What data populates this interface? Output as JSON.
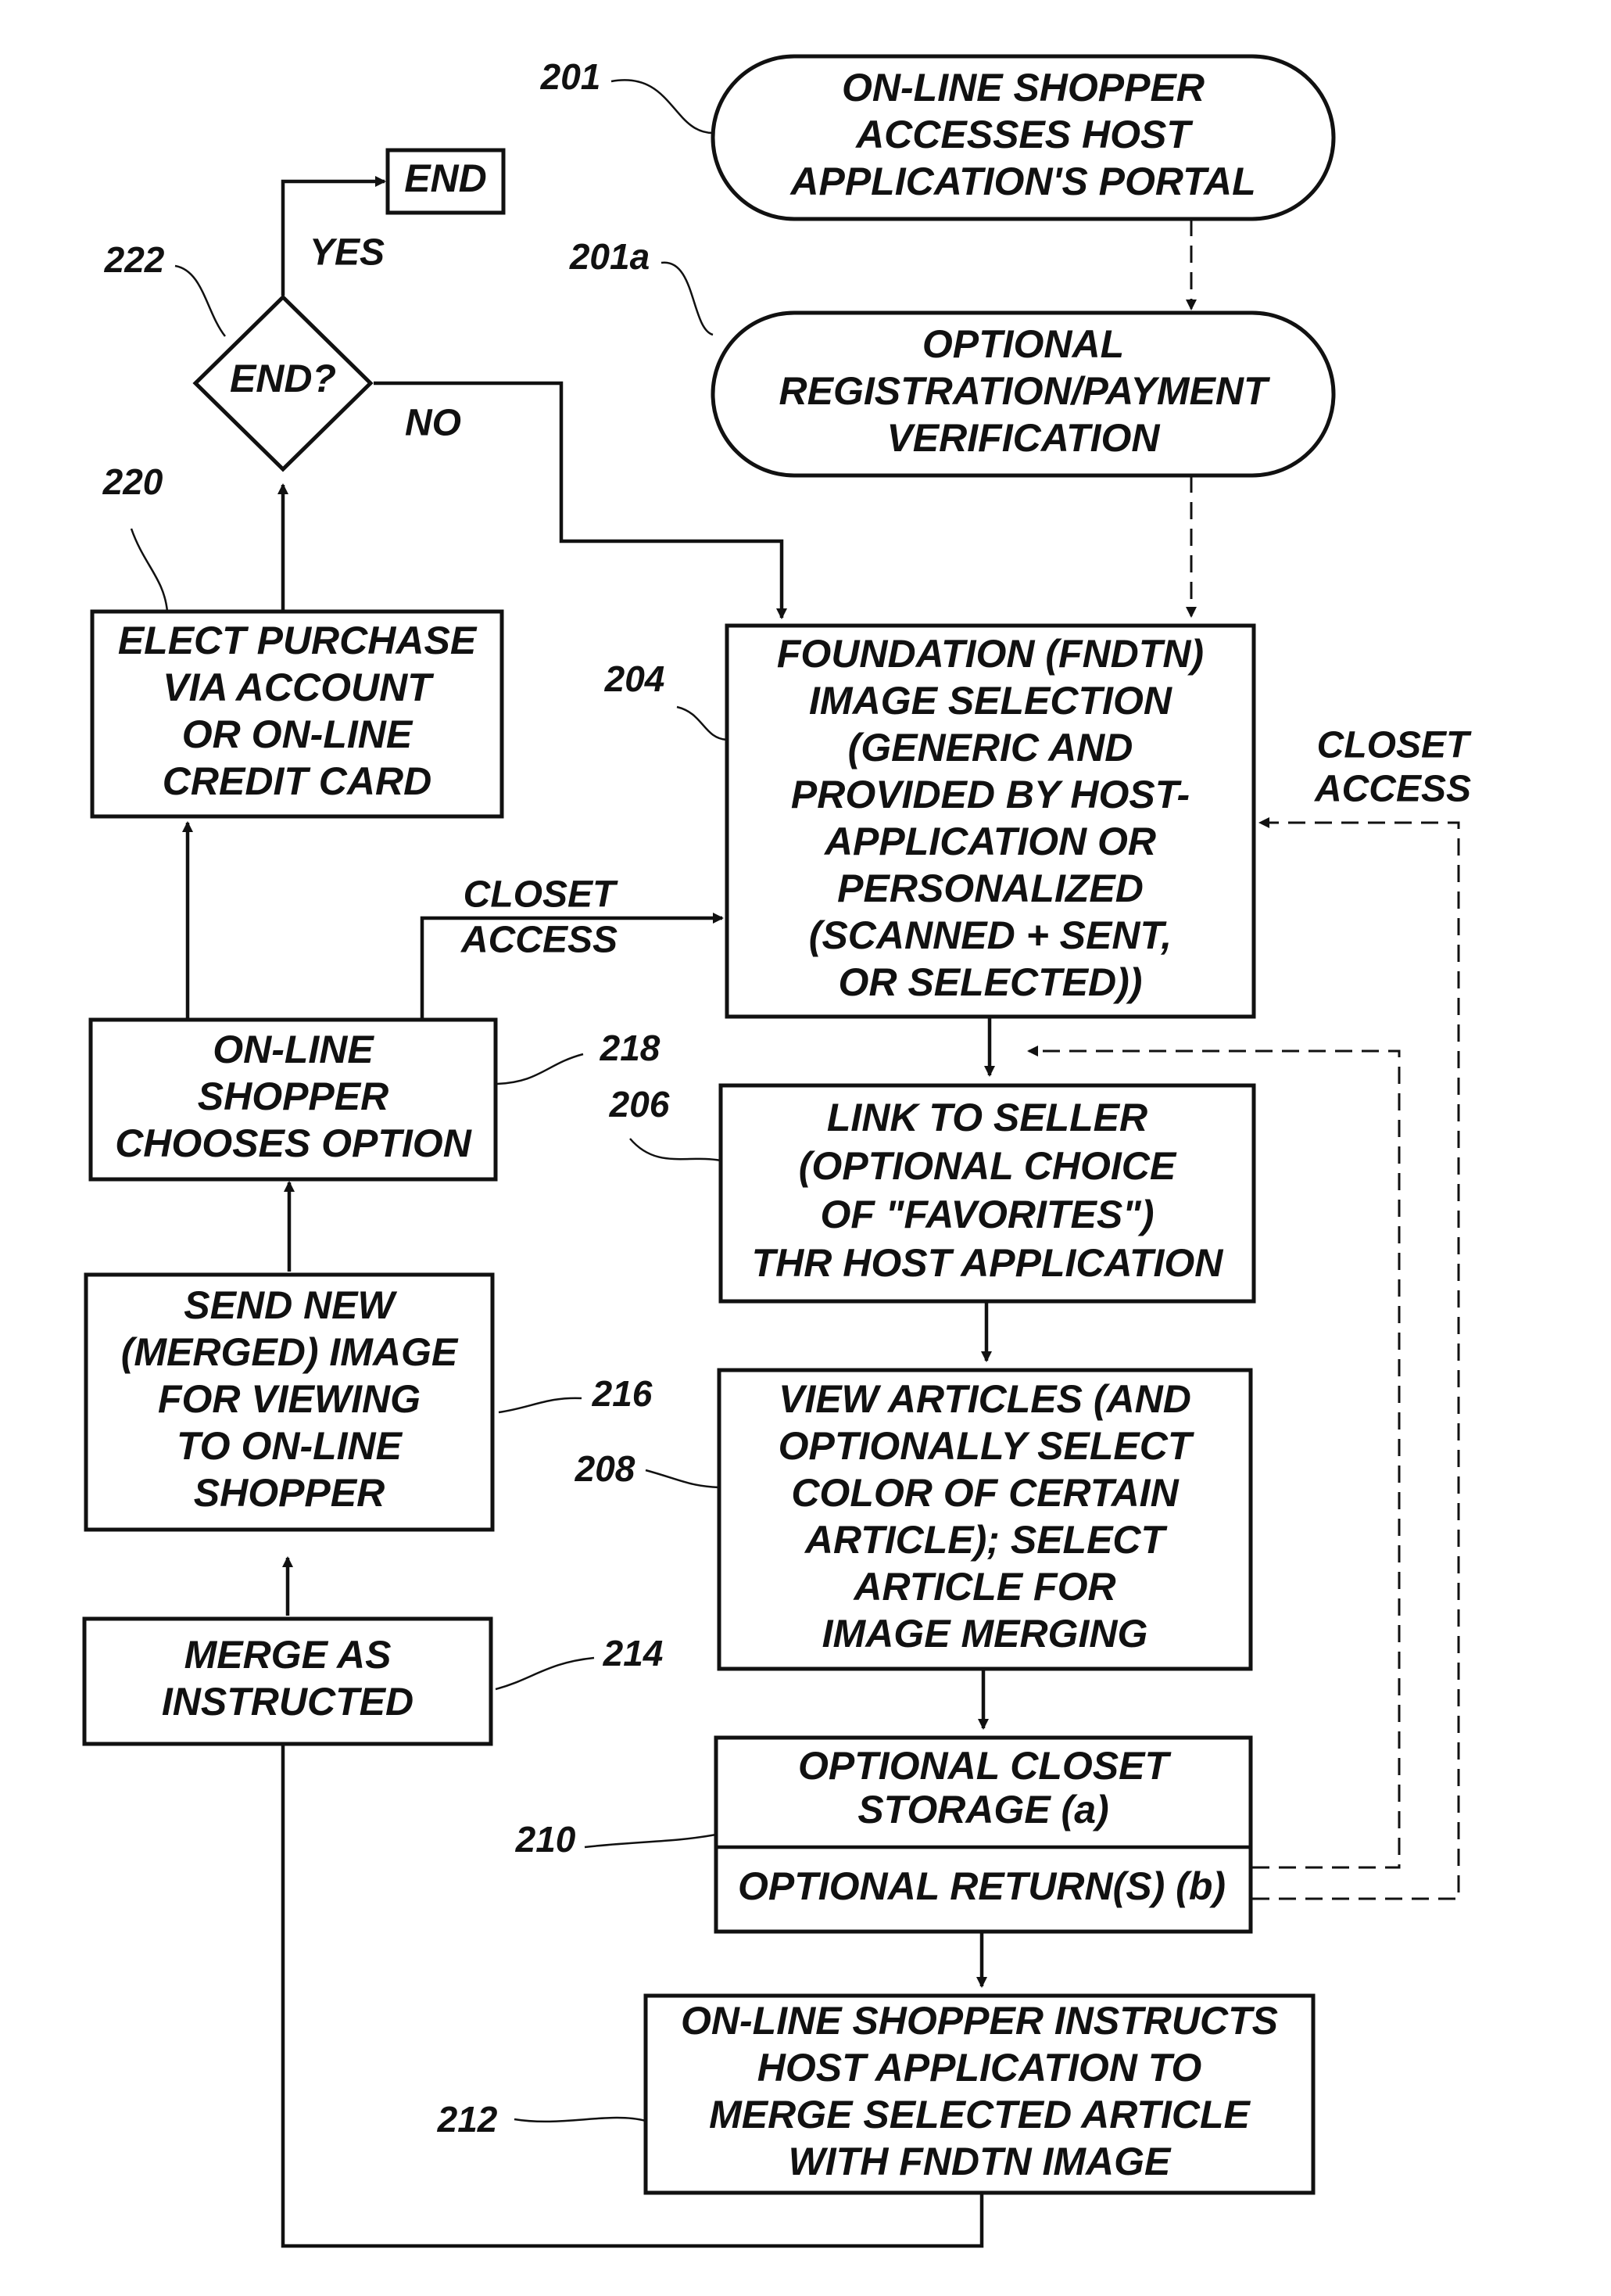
{
  "nodes": {
    "n201": {
      "ref": "201",
      "lines": [
        "ON-LINE SHOPPER",
        "ACCESSES HOST",
        "APPLICATION'S PORTAL"
      ]
    },
    "n201a": {
      "ref": "201a",
      "lines": [
        "OPTIONAL",
        "REGISTRATION/PAYMENT",
        "VERIFICATION"
      ]
    },
    "n204": {
      "ref": "204",
      "lines": [
        "FOUNDATION (FNDTN)",
        "IMAGE SELECTION",
        "(GENERIC AND",
        "PROVIDED BY HOST-",
        "APPLICATION OR",
        "PERSONALIZED",
        "(SCANNED + SENT,",
        "OR SELECTED))"
      ]
    },
    "n206": {
      "ref": "206",
      "lines": [
        "LINK TO SELLER",
        "(OPTIONAL CHOICE",
        "OF \"FAVORITES\")",
        "THR HOST APPLICATION"
      ]
    },
    "n208": {
      "ref": "208",
      "lines": [
        "VIEW ARTICLES (AND",
        "OPTIONALLY SELECT",
        "COLOR OF CERTAIN",
        "ARTICLE); SELECT",
        "ARTICLE FOR",
        "IMAGE MERGING"
      ]
    },
    "n210": {
      "ref": "210",
      "top_lines": [
        "OPTIONAL CLOSET",
        "STORAGE (a)"
      ],
      "bottom_lines": [
        "OPTIONAL RETURN(S) (b)"
      ]
    },
    "n212": {
      "ref": "212",
      "lines": [
        "ON-LINE SHOPPER INSTRUCTS",
        "HOST APPLICATION TO",
        "MERGE SELECTED ARTICLE",
        "WITH FNDTN IMAGE"
      ]
    },
    "n214": {
      "ref": "214",
      "lines": [
        "MERGE AS",
        "INSTRUCTED"
      ]
    },
    "n216": {
      "ref": "216",
      "lines": [
        "SEND NEW",
        "(MERGED) IMAGE",
        "FOR VIEWING",
        "TO ON-LINE",
        "SHOPPER"
      ]
    },
    "n218": {
      "ref": "218",
      "lines": [
        "ON-LINE",
        "SHOPPER",
        "CHOOSES OPTION"
      ]
    },
    "n220": {
      "ref": "220",
      "lines": [
        "ELECT PURCHASE",
        "VIA ACCOUNT",
        "OR ON-LINE",
        "CREDIT CARD"
      ]
    },
    "n222": {
      "ref": "222",
      "lines": [
        "END?"
      ]
    },
    "nEnd": {
      "lines": [
        "END"
      ]
    }
  },
  "edge_labels": {
    "yes": "YES",
    "no": "NO",
    "closet_access_left": [
      "CLOSET",
      "ACCESS"
    ],
    "closet_access_right": [
      "CLOSET",
      "ACCESS"
    ]
  }
}
